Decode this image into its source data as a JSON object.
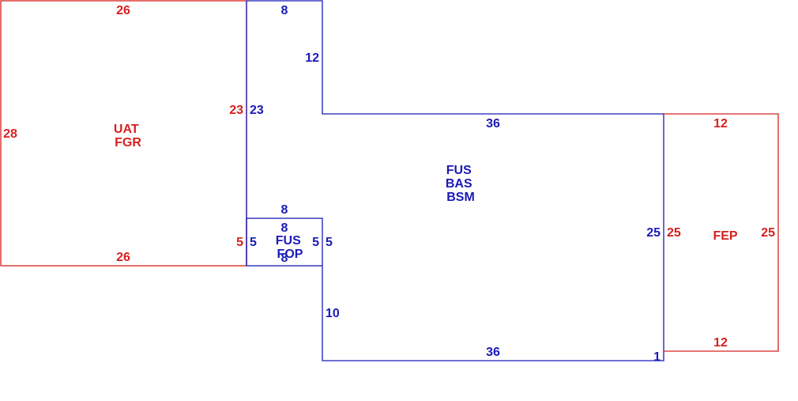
{
  "colors": {
    "red": "#d62020",
    "blue": "#1a1ab8",
    "background": "#ffffff"
  },
  "areas": {
    "uat": {
      "lines": [
        "UAT",
        "FGR"
      ]
    },
    "fus_main": {
      "lines": [
        "FUS",
        "BAS",
        "BSM"
      ]
    },
    "fus_small": {
      "lines": [
        "FUS",
        "FOP"
      ]
    },
    "fep": {
      "lines": [
        "FEP"
      ]
    }
  },
  "dimensions": {
    "uat_top": "26",
    "uat_bottom": "26",
    "uat_left": "28",
    "uat_right": "23",
    "uat_right_low": "5",
    "upper_top": "8",
    "upper_side": "12",
    "upper_left": "23",
    "main_top": "36",
    "main_bottom": "36",
    "main_right": "25",
    "main_lower_left": "10",
    "main_corner": "1",
    "small_top_outer": "8",
    "small_top": "8",
    "small_bottom": "8",
    "small_left": "5",
    "small_right": "5",
    "small_right_outer": "5",
    "fep_top": "12",
    "fep_bottom": "12",
    "fep_left": "25",
    "fep_right": "25"
  }
}
